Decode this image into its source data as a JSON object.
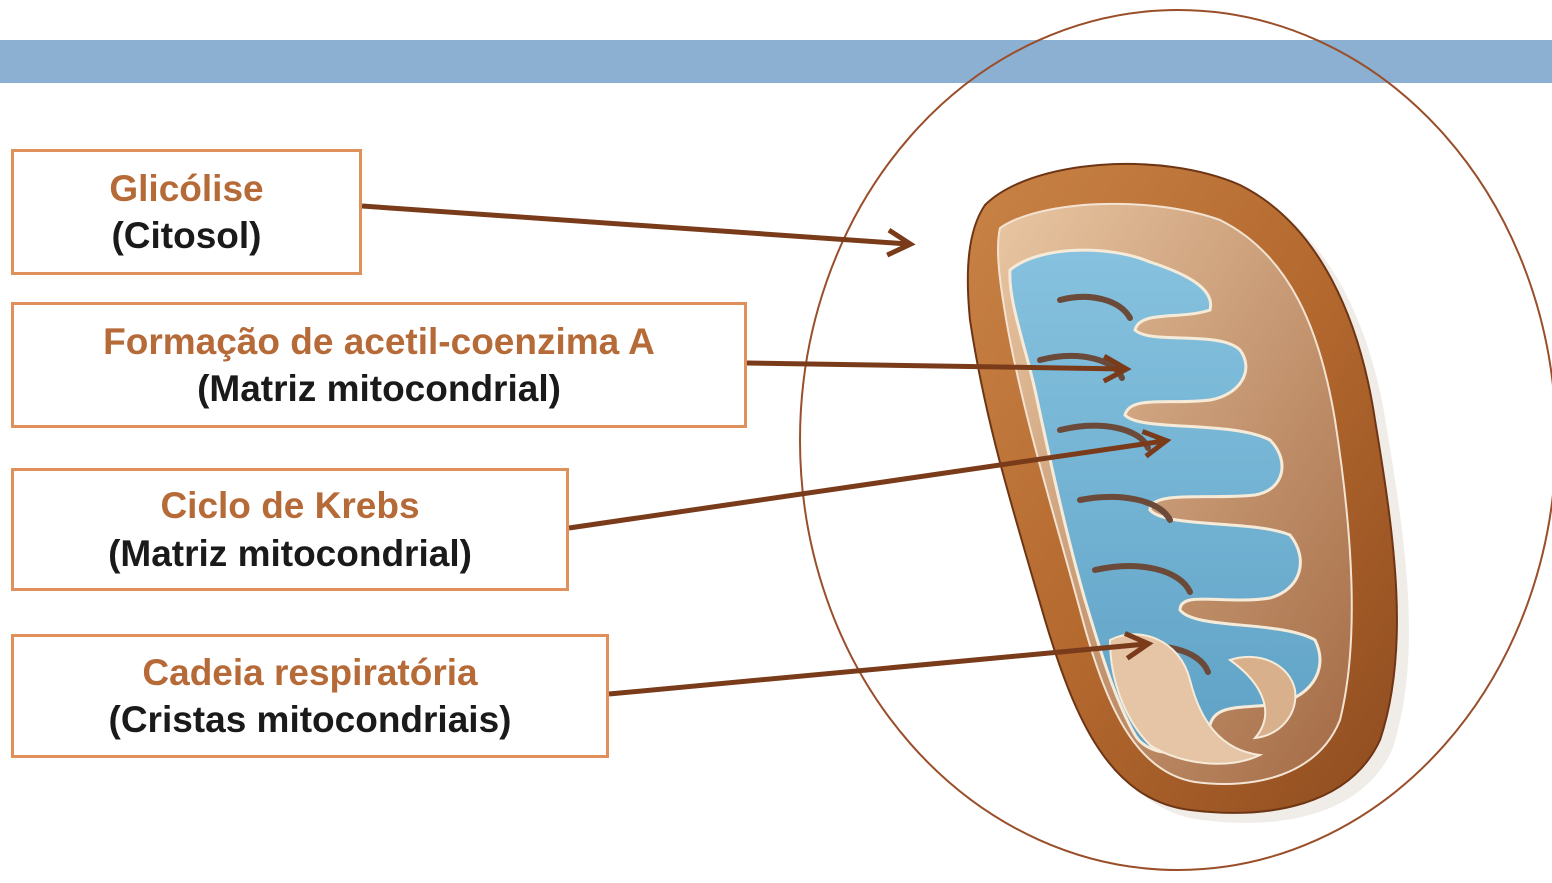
{
  "labels": [
    {
      "id": "glicolise",
      "title": "Glicólise",
      "location": "(Citosol)"
    },
    {
      "id": "acetil",
      "title": "Formação de acetil-coenzima A",
      "location": "(Matriz mitocondrial)"
    },
    {
      "id": "krebs",
      "title": "Ciclo de Krebs",
      "location": "(Matriz mitocondrial)"
    },
    {
      "id": "cadeia",
      "title": "Cadeia respiratória",
      "location": "(Cristas mitocondriais)"
    }
  ],
  "colors": {
    "band": "#8cb0d2",
    "box_border": "#e0905a",
    "title_text": "#b56a37",
    "location_text": "#1a1a1a",
    "arrow": "#7a3b1b",
    "cell_outline": "#9a4e2a",
    "outer_membrane": "#b4692e",
    "matrix": "#7ab8d8",
    "cristae": "#e8c9b0"
  },
  "icons": {
    "mitochondrion": "mitochondrion-illustration"
  }
}
